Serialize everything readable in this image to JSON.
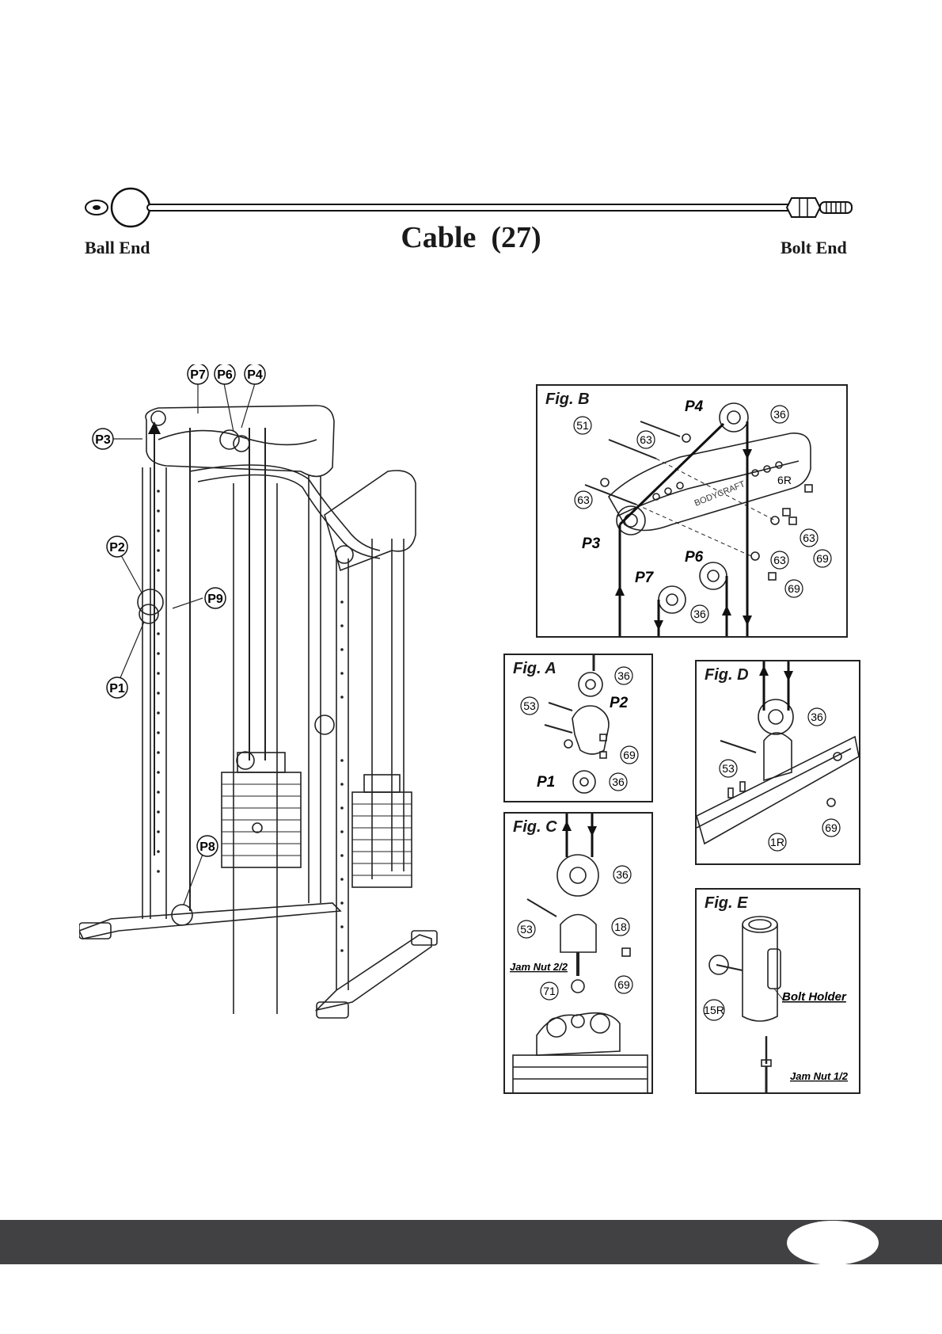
{
  "cable": {
    "title": "Cable",
    "part_number": "(27)",
    "ball_end_label": "Ball End",
    "bolt_end_label": "Bolt End"
  },
  "machine_labels": [
    "P7",
    "P6",
    "P4",
    "P3",
    "P2",
    "P9",
    "P1",
    "P8"
  ],
  "fig_b": {
    "title": "Fig. B",
    "pulleys": [
      "P4",
      "P3",
      "P6",
      "P7"
    ],
    "callouts": [
      "36",
      "51",
      "63",
      "63",
      "6R",
      "63",
      "69",
      "63",
      "69",
      "36"
    ],
    "brand": "BODYCRAFT"
  },
  "fig_a": {
    "title": "Fig. A",
    "pulleys": [
      "P2",
      "P1"
    ],
    "callouts": [
      "36",
      "53",
      "69",
      "36"
    ]
  },
  "fig_d": {
    "title": "Fig. D",
    "callouts": [
      "36",
      "53",
      "1R",
      "69"
    ]
  },
  "fig_c": {
    "title": "Fig. C",
    "callouts": [
      "36",
      "53",
      "18",
      "71",
      "69"
    ],
    "jam_nut_label": "Jam Nut 2/2"
  },
  "fig_e": {
    "title": "Fig. E",
    "callouts": [
      "15R"
    ],
    "bolt_holder_label": "Bolt Holder",
    "jam_nut_label": "Jam Nut 1/2"
  }
}
